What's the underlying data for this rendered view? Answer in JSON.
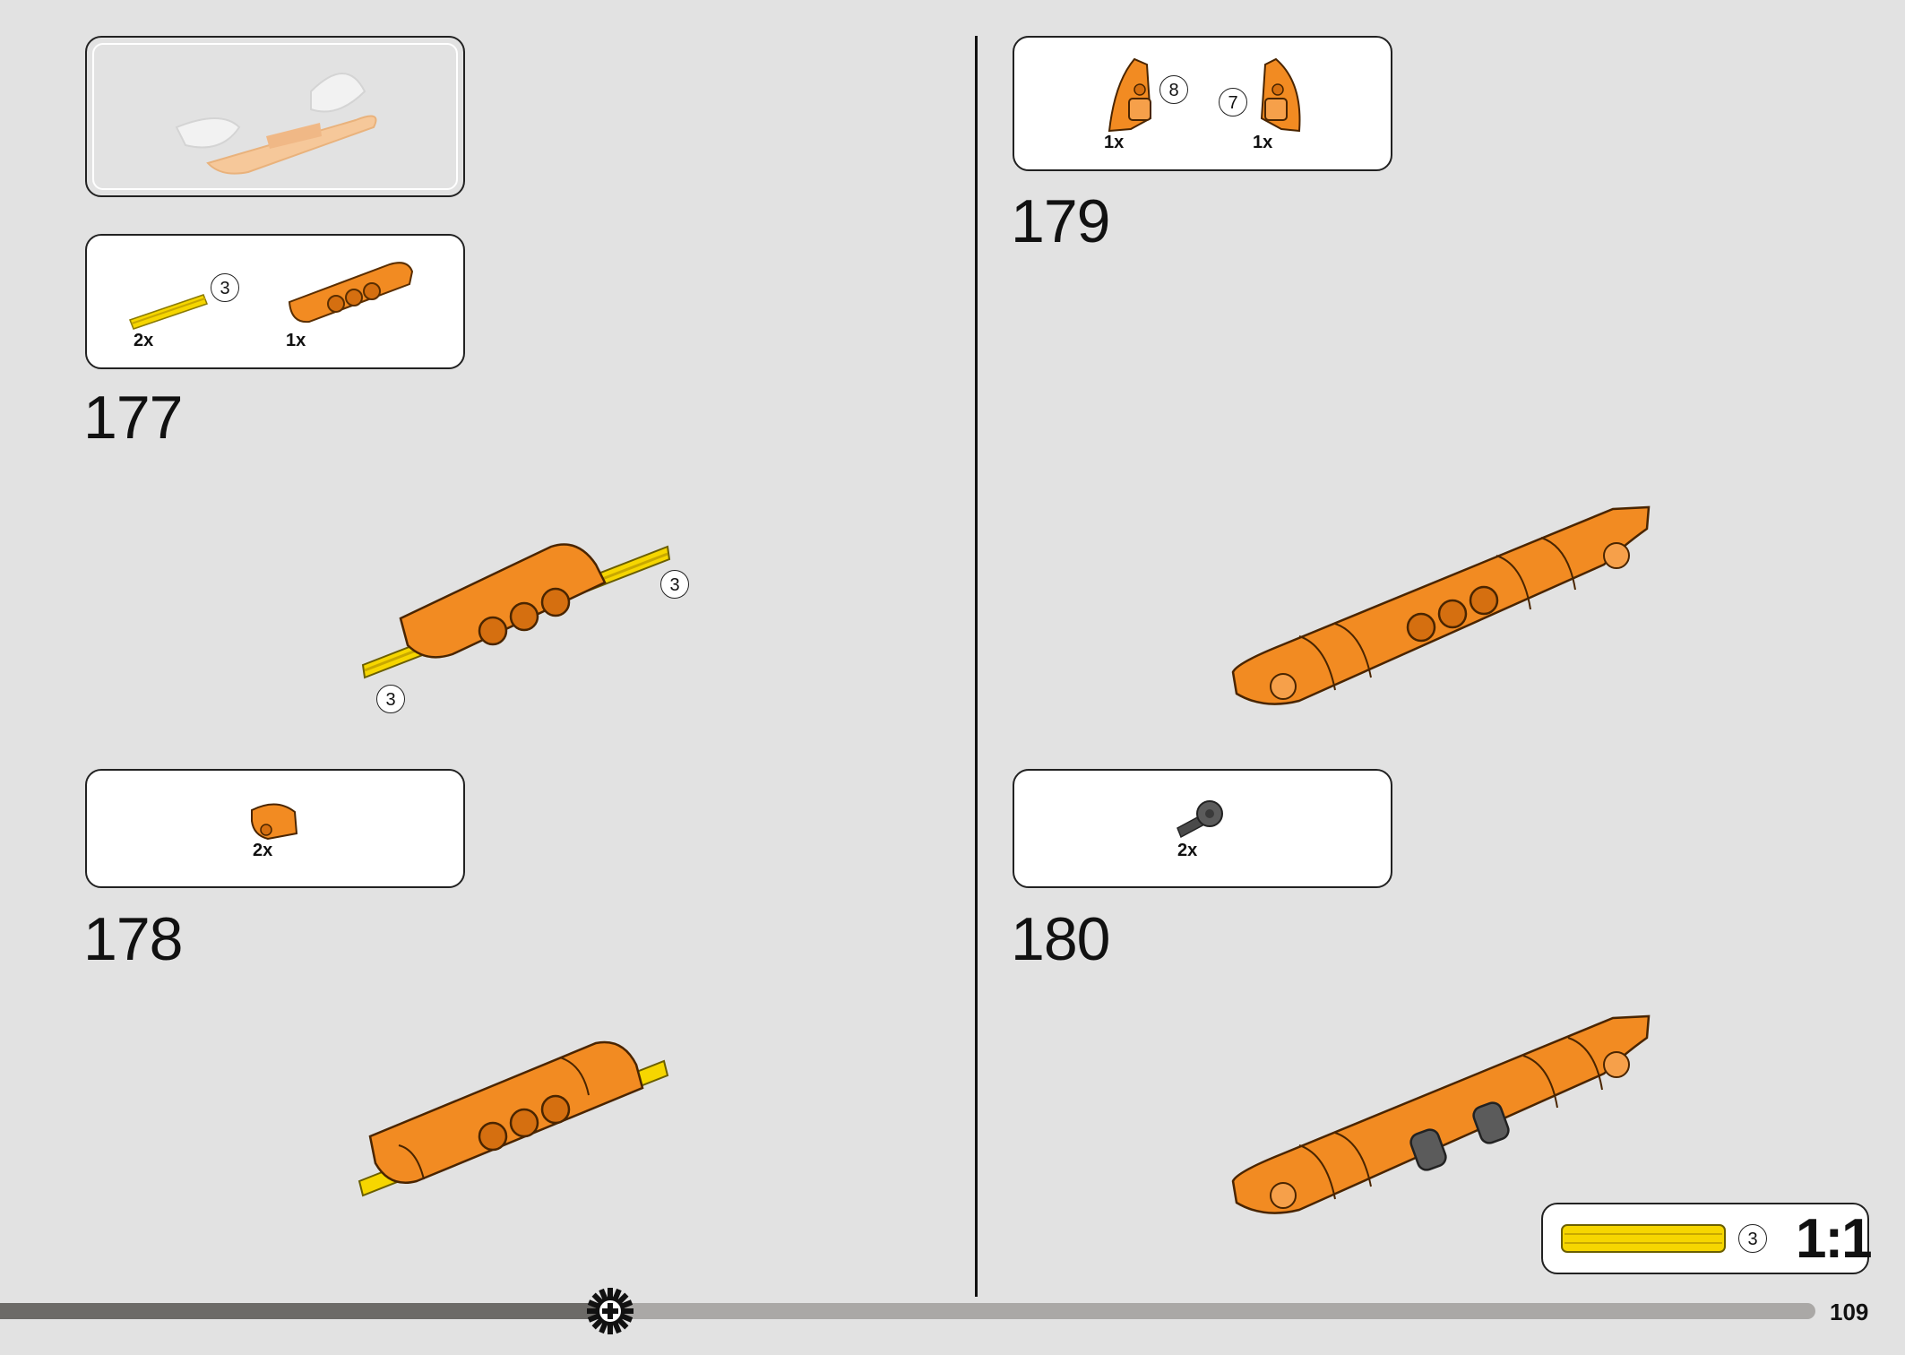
{
  "page_number": "109",
  "progress": 0.336,
  "steps": [
    {
      "id": "177",
      "number": "177",
      "parts": [
        {
          "qty": "2x",
          "callout": "3",
          "icon": "yellow-axle-icon"
        },
        {
          "qty": "1x",
          "icon": "orange-panel-icon"
        }
      ],
      "assembly_callouts": [
        "3",
        "3"
      ]
    },
    {
      "id": "178",
      "number": "178",
      "parts": [
        {
          "qty": "2x",
          "icon": "orange-curved-brick-icon"
        }
      ]
    },
    {
      "id": "179",
      "number": "179",
      "parts": [
        {
          "qty": "1x",
          "callout": "8",
          "icon": "orange-wedge-left-icon"
        },
        {
          "qty": "1x",
          "callout": "7",
          "icon": "orange-wedge-right-icon"
        }
      ]
    },
    {
      "id": "180",
      "number": "180",
      "parts": [
        {
          "qty": "2x",
          "icon": "dark-gray-connector-icon"
        }
      ]
    }
  ],
  "scale_reference": {
    "callout": "3",
    "label": "1:1",
    "icon": "yellow-axle-icon"
  },
  "colors": {
    "orange": "#f28b22",
    "yellow": "#f6d600",
    "dark_gray": "#5b5b5b",
    "background": "#e2e2e2"
  }
}
